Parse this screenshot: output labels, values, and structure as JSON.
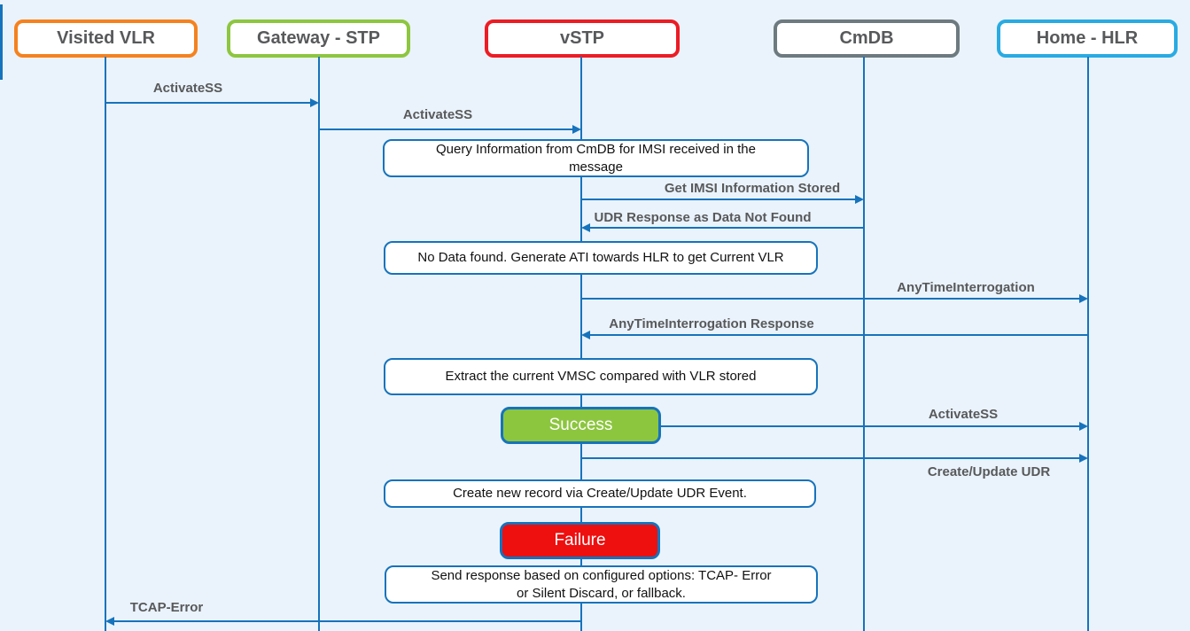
{
  "colors": {
    "background": "#EAF3FB",
    "line_blue": "#1673BC",
    "label_gray": "#58595B",
    "visited_vlr_border": "#F5821F",
    "gateway_stp_border": "#8DC63F",
    "vstp_border": "#ED1C24",
    "cmdb_border": "#6D7A80",
    "home_hlr_border": "#29ABE2",
    "success_fill": "#8CC63F",
    "failure_fill": "#EE0F0F"
  },
  "actors": [
    {
      "id": "visited-vlr",
      "label": "Visited VLR",
      "border_color": "#F5821F"
    },
    {
      "id": "gateway-stp",
      "label": "Gateway - STP",
      "border_color": "#8DC63F"
    },
    {
      "id": "vstp",
      "label": "vSTP",
      "border_color": "#ED1C24"
    },
    {
      "id": "cmdb",
      "label": "CmDB",
      "border_color": "#6D7A80"
    },
    {
      "id": "home-hlr",
      "label": "Home - HLR",
      "border_color": "#29ABE2"
    }
  ],
  "messages": [
    {
      "label": "ActivateSS",
      "from": "Visited VLR",
      "to": "Gateway - STP",
      "direction": "right"
    },
    {
      "label": "ActivateSS",
      "from": "Gateway - STP",
      "to": "vSTP",
      "direction": "right"
    },
    {
      "label": "Get IMSI Information Stored",
      "from": "vSTP",
      "to": "CmDB",
      "direction": "right"
    },
    {
      "label": "UDR Response as Data Not Found",
      "from": "CmDB",
      "to": "vSTP",
      "direction": "left"
    },
    {
      "label": "AnyTimeInterrogation",
      "from": "vSTP",
      "to": "Home - HLR",
      "direction": "right"
    },
    {
      "label": "AnyTimeInterrogation Response",
      "from": "Home - HLR",
      "to": "vSTP",
      "direction": "left"
    },
    {
      "label": "ActivateSS",
      "from": "Success",
      "to": "Home - HLR",
      "direction": "right"
    },
    {
      "label": "Create/Update UDR",
      "from": "vSTP",
      "to": "Home - HLR",
      "direction": "right"
    },
    {
      "label": "TCAP-Error",
      "from": "vSTP",
      "to": "Visited VLR",
      "direction": "left"
    }
  ],
  "notes": [
    {
      "text": "Query Information from CmDB for IMSI received in the message"
    },
    {
      "text": "No Data found. Generate ATI towards HLR to get Current VLR"
    },
    {
      "text": "Extract the current VMSC compared with VLR stored"
    },
    {
      "text": "Create new record via Create/Update UDR Event."
    },
    {
      "text": "Send response based on configured options: TCAP- Error or Silent Discard, or fallback."
    }
  ],
  "status_boxes": [
    {
      "label": "Success",
      "fill": "#8CC63F"
    },
    {
      "label": "Failure",
      "fill": "#EE0F0F"
    }
  ]
}
